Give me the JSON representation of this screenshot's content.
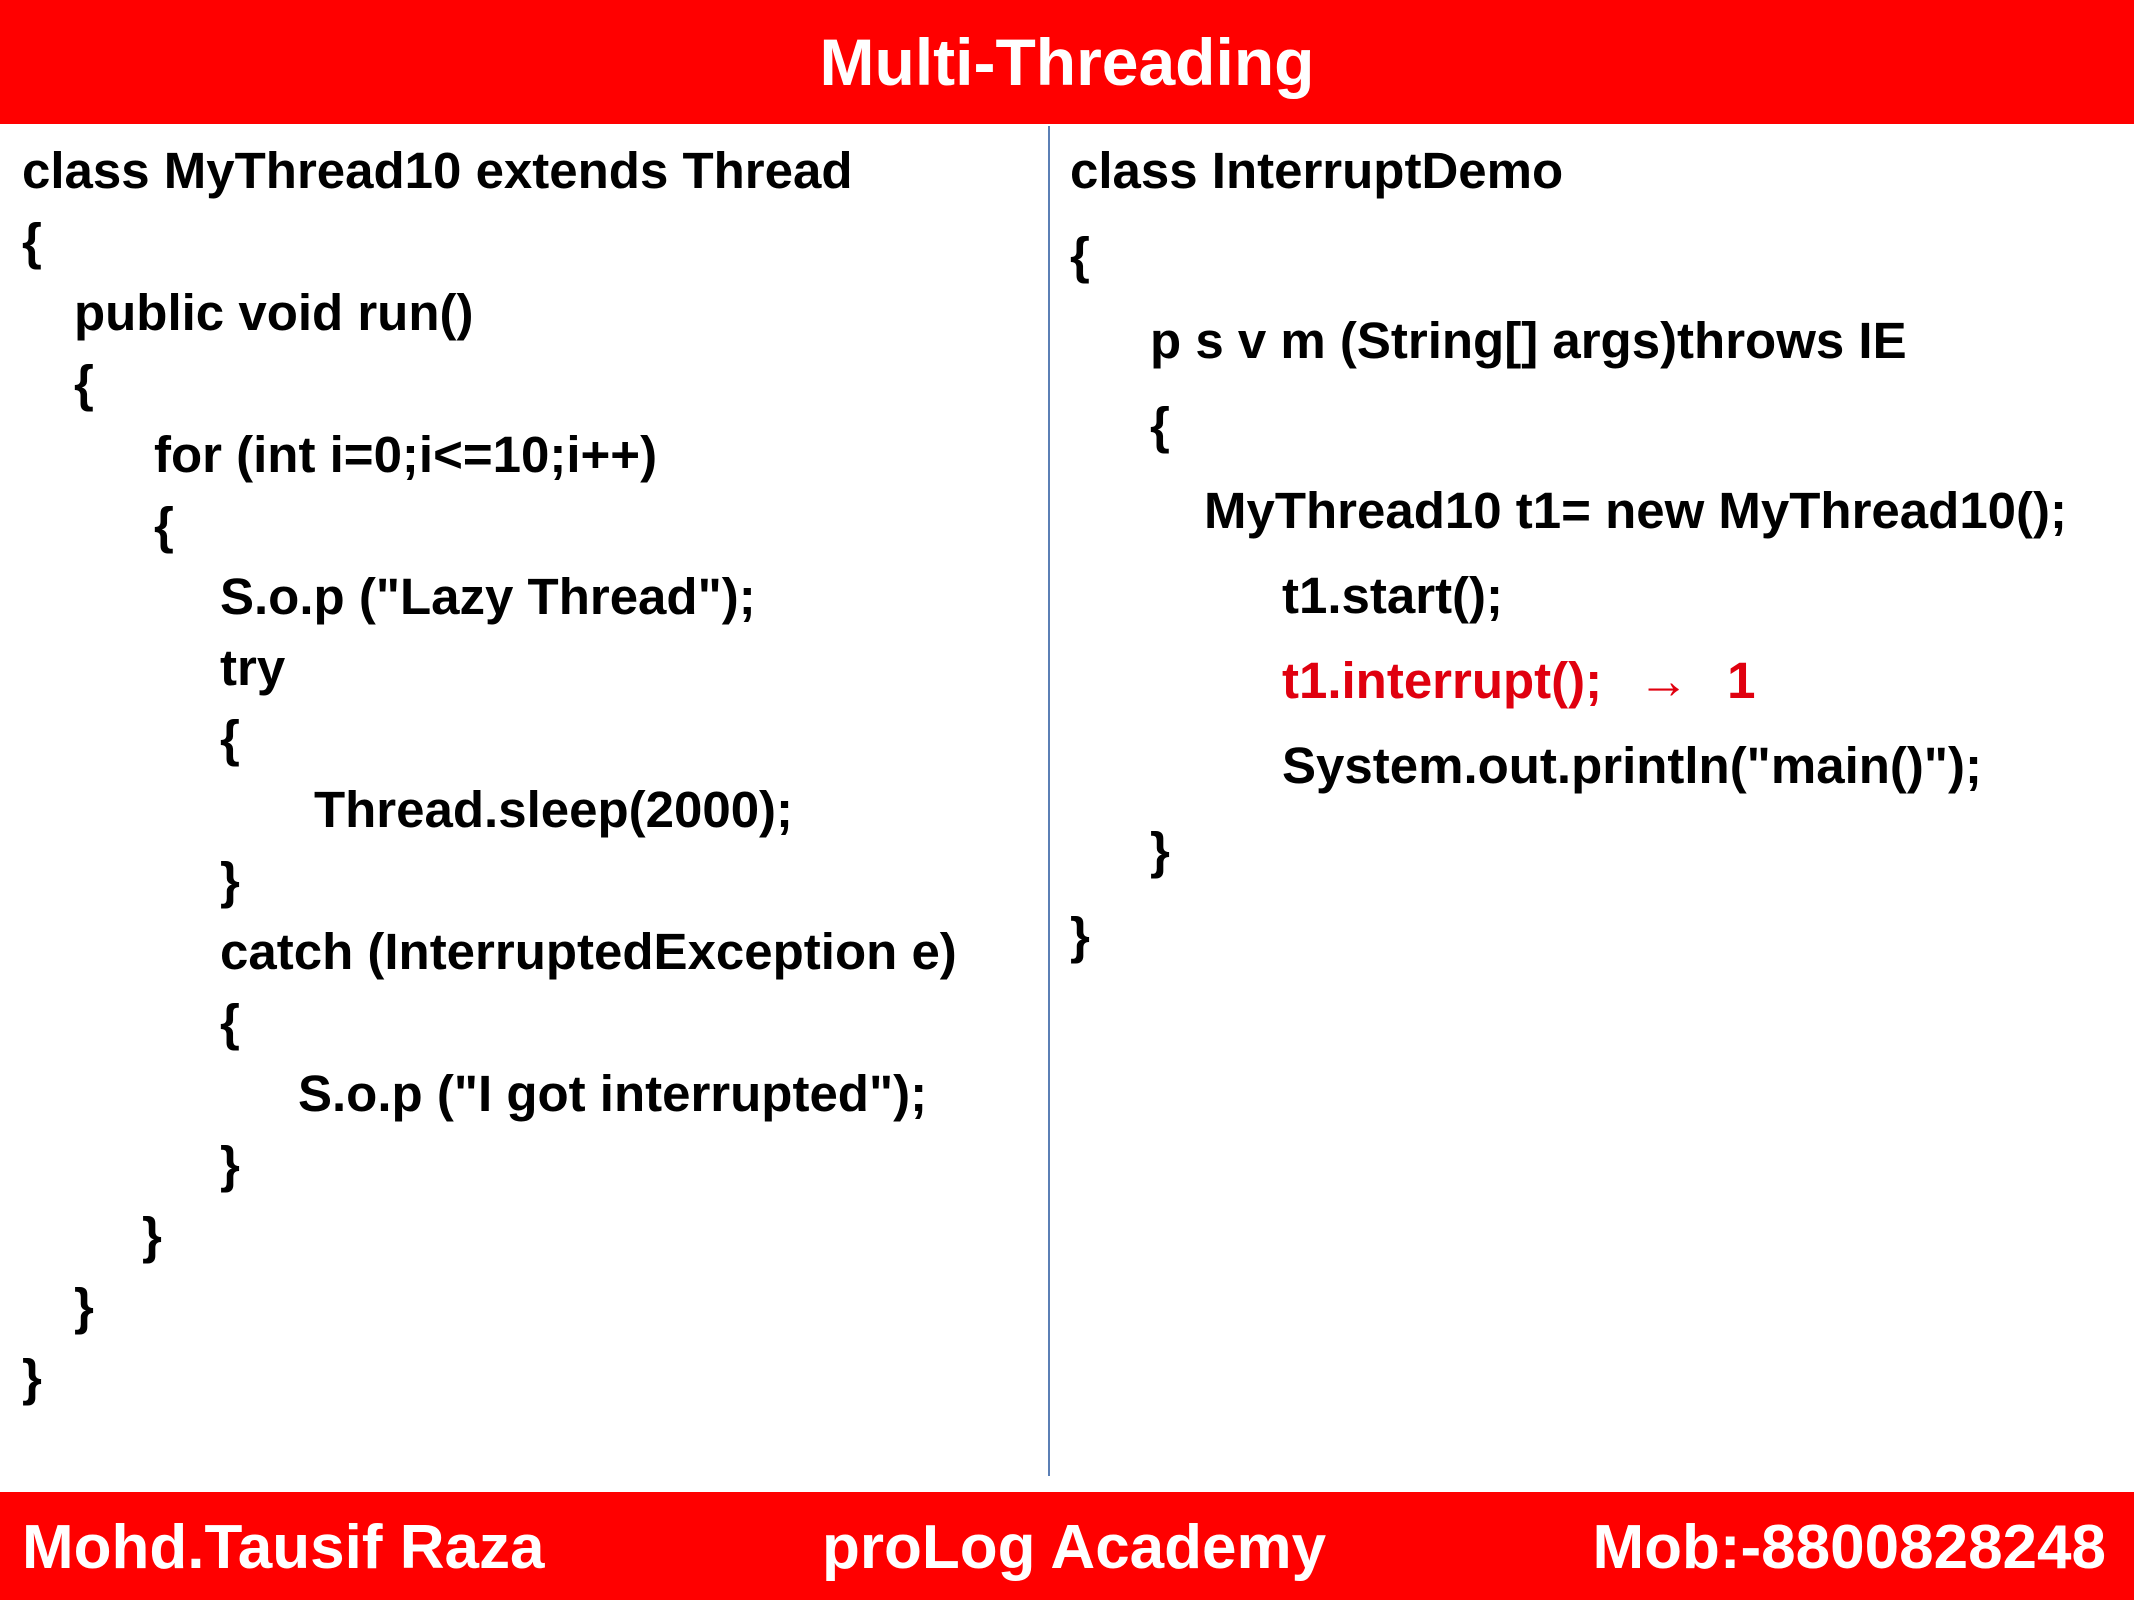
{
  "header": {
    "title": "Multi-Threading"
  },
  "left_code": [
    "class MyThread10 extends Thread",
    "{",
    "public void run()",
    "{",
    "for (int i=0;i<=10;i++)",
    "{",
    "S.o.p (\"Lazy Thread\");",
    "try",
    "{",
    "Thread.sleep(2000);",
    "}",
    "catch (InterruptedException e)",
    "{",
    "S.o.p (\"I got interrupted\");",
    "}",
    "}",
    "}",
    "}"
  ],
  "right_code": {
    "line1": "class InterruptDemo",
    "line2": "{",
    "line3": "p s v m (String[] args)throws IE",
    "line4": "{",
    "line5": "MyThread10 t1= new MyThread10();",
    "line6": "t1.start();",
    "line7_code": "t1.interrupt();",
    "line7_arrow": "→",
    "line7_note": "1",
    "line8": "System.out.println(\"main()\");",
    "line9": "}",
    "line10": "}"
  },
  "footer": {
    "author": "Mohd.Tausif Raza",
    "academy": "proLog Academy",
    "mobile": "Mob:-8800828248"
  },
  "colors": {
    "banner": "#ff0000",
    "highlight": "#e0000f",
    "divider": "#5b7fb5"
  }
}
